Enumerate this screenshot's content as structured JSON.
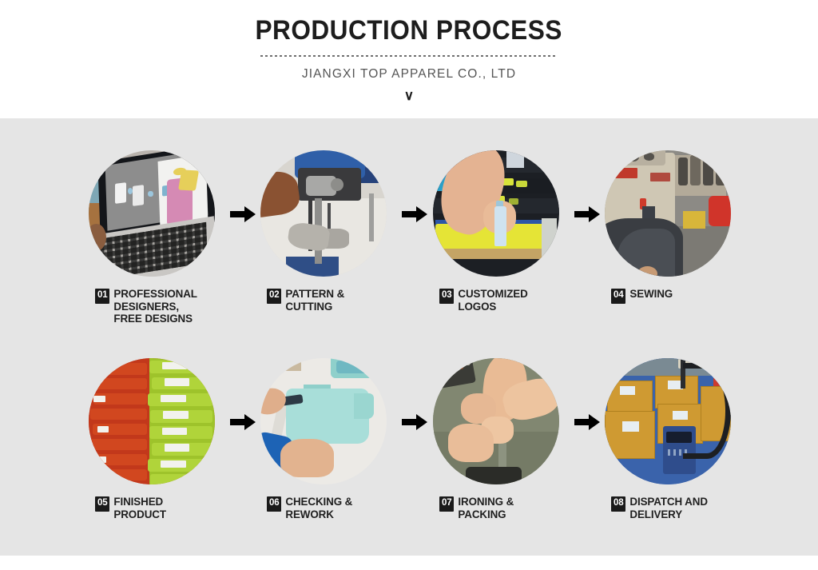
{
  "header": {
    "title": "PRODUCTION PROCESS",
    "subtitle": "JIANGXI TOP APPAREL CO., LTD",
    "chevron": "∨"
  },
  "colors": {
    "page_background": "#ffffff",
    "panel_background": "#e5e5e5",
    "title_color": "#1d1d1d",
    "subtitle_color": "#555555",
    "badge_background": "#1a1a1a",
    "badge_text": "#ffffff",
    "label_color": "#1f1f1f",
    "arrow_color": "#000000",
    "divider_color": "#6f6f6f"
  },
  "flow": {
    "arrow_icon": "arrow-right-icon",
    "arrow_count_per_row": 3
  },
  "steps": [
    {
      "number": "01",
      "label": "PROFESSIONAL\nDESIGNERS,\nFREE DESIGNS",
      "photo": "laptop-cad-design-photo",
      "row": 1
    },
    {
      "number": "02",
      "label": "PATTERN &\nCUTTING",
      "photo": "fabric-cutting-machine-photo",
      "row": 1
    },
    {
      "number": "03",
      "label": "CUSTOMIZED\nLOGOS",
      "photo": "screen-printing-photo",
      "row": 1
    },
    {
      "number": "04",
      "label": "SEWING",
      "photo": "industrial-sewing-machine-photo",
      "row": 1
    },
    {
      "number": "05",
      "label": "FINISHED\nPRODUCT",
      "photo": "folded-garment-stacks-photo",
      "row": 2
    },
    {
      "number": "06",
      "label": "CHECKING &\nREWORK",
      "photo": "quality-inspection-photo",
      "row": 2
    },
    {
      "number": "07",
      "label": "IRONING &\nPACKING",
      "photo": "ironing-folding-photo",
      "row": 2
    },
    {
      "number": "08",
      "label": "DISPATCH AND\nDELIVERY",
      "photo": "cartons-pallet-jack-photo",
      "row": 2
    }
  ]
}
